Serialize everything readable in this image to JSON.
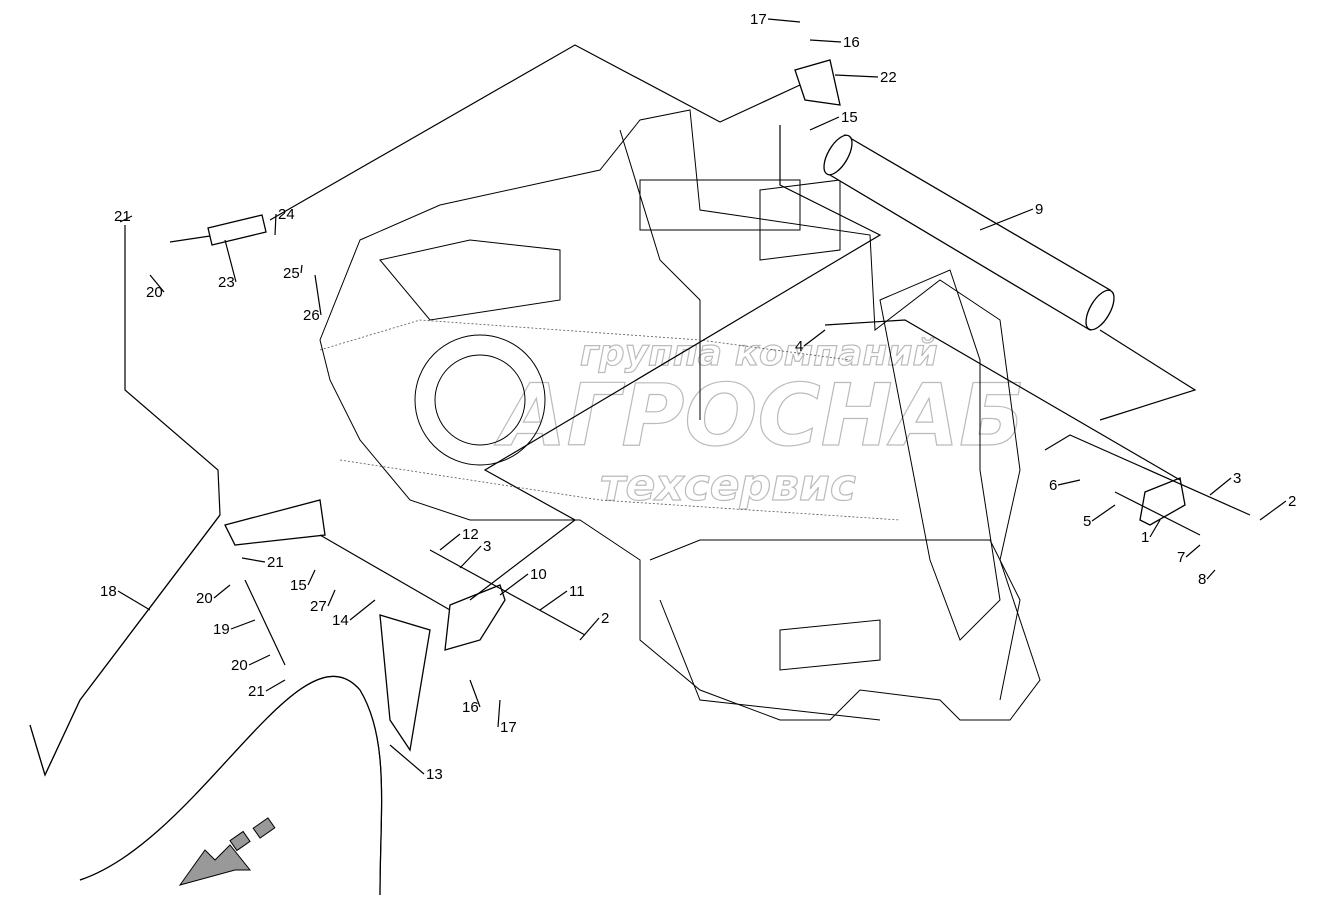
{
  "diagram": {
    "callouts": [
      "17",
      "16",
      "22",
      "15",
      "9",
      "24",
      "21",
      "20",
      "23",
      "25",
      "26",
      "4",
      "3",
      "2",
      "6",
      "5",
      "1",
      "7",
      "8",
      "12",
      "3",
      "10",
      "11",
      "2",
      "21",
      "18",
      "20",
      "15",
      "27",
      "14",
      "19",
      "20",
      "21",
      "16",
      "17",
      "13"
    ],
    "watermark": {
      "line1": "группа компаний",
      "line2": "АГРОСНАБ",
      "line3": "техсервис"
    },
    "direction_arrow": "travel-direction-arrow"
  }
}
